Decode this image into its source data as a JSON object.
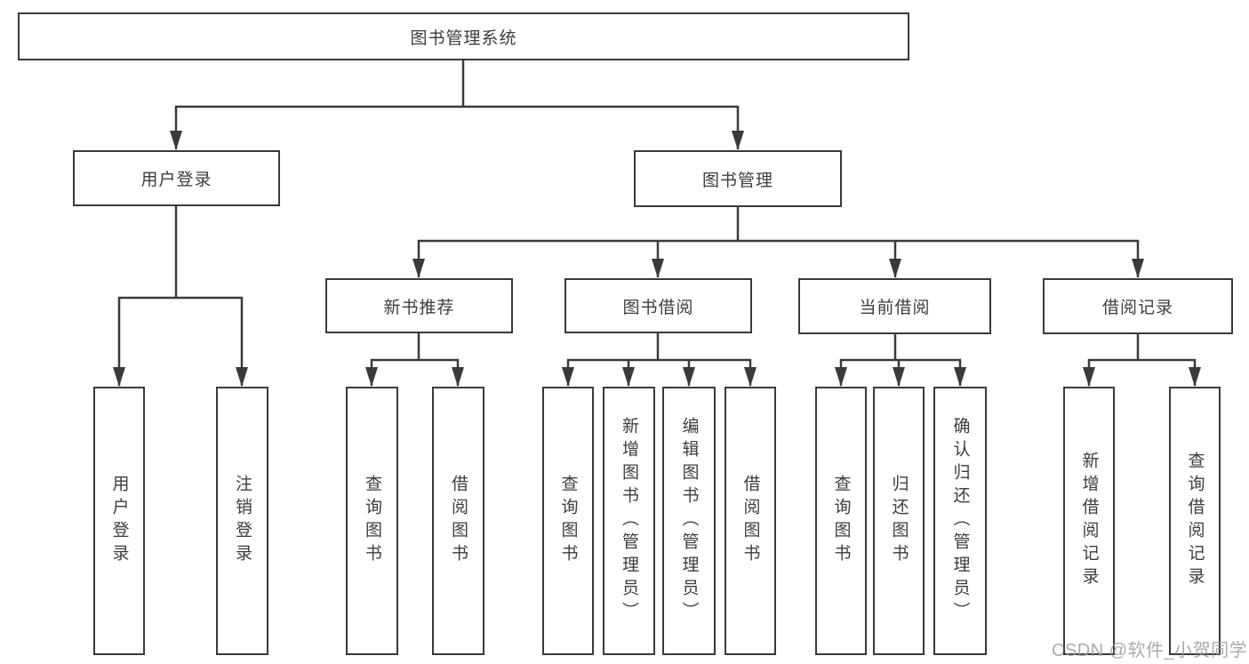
{
  "tree": {
    "root": {
      "label": "图书管理系统"
    },
    "children": [
      {
        "label": "用户登录",
        "children": [
          {
            "label": "用户登录"
          },
          {
            "label": "注销登录"
          }
        ]
      },
      {
        "label": "图书管理",
        "children": [
          {
            "label": "新书推荐",
            "children": [
              {
                "label": "查询图书"
              },
              {
                "label": "借阅图书"
              }
            ]
          },
          {
            "label": "图书借阅",
            "children": [
              {
                "label": "查询图书"
              },
              {
                "label": "新增图书（管理员）"
              },
              {
                "label": "编辑图书（管理员）"
              },
              {
                "label": "借阅图书"
              }
            ]
          },
          {
            "label": "当前借阅",
            "children": [
              {
                "label": "查询图书"
              },
              {
                "label": "归还图书"
              },
              {
                "label": "确认归还（管理员）"
              }
            ]
          },
          {
            "label": "借阅记录",
            "children": [
              {
                "label": "新增借阅记录"
              },
              {
                "label": "查询借阅记录"
              }
            ]
          }
        ]
      }
    ]
  },
  "watermark": {
    "text": "CSDN @软件_小贺同学"
  },
  "colors": {
    "line": "#3a3a3a",
    "text": "#3d3d3d",
    "watermark": "#9b9b9b",
    "background": "#ffffff"
  }
}
